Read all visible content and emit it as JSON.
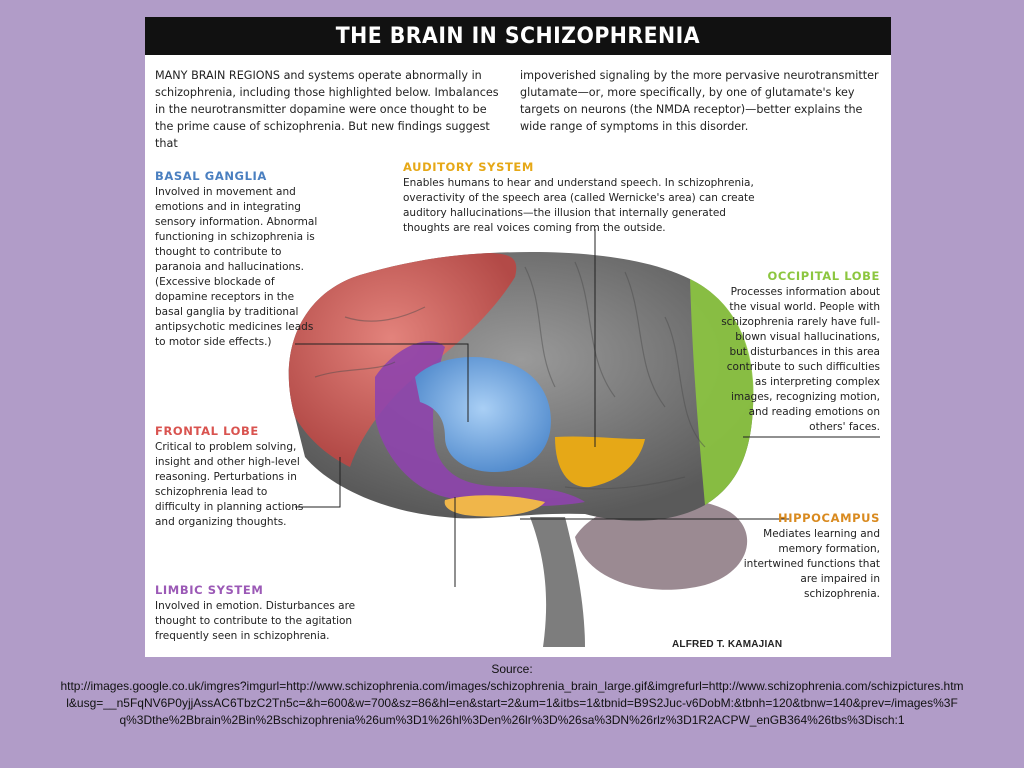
{
  "title": "THE BRAIN IN SCHIZOPHRENIA",
  "intro_left": "MANY BRAIN REGIONS and systems operate abnormally in schizophrenia, including those highlighted below. Imbalances in the neurotransmitter dopamine were once thought to be the prime cause of schizophrenia. But new findings suggest that",
  "intro_right": "impoverished signaling by the more pervasive neurotransmitter glutamate—or, more specifically, by one of glutamate's key targets on neurons (the NMDA receptor)—better explains the wide range of symptoms in this disorder.",
  "regions": {
    "basal_ganglia": {
      "label": "BASAL GANGLIA",
      "text": "Involved in movement and emotions and in integrating sensory information. Abnormal functioning in schizophrenia is thought to contribute to paranoia and hallucinations. (Excessive blockade of dopamine receptors in the basal ganglia by traditional antipsychotic medicines leads to motor side effects.)"
    },
    "auditory_system": {
      "label": "AUDITORY SYSTEM",
      "text": "Enables humans to hear and understand speech. In schizophrenia, overactivity of the speech area (called Wernicke's area) can create auditory hallucinations—the illusion that internally generated thoughts are real voices coming from the outside."
    },
    "occipital_lobe": {
      "label": "OCCIPITAL LOBE",
      "text": "Processes information about the visual world. People with schizophrenia rarely have full-blown visual hallucinations, but disturbances in this area contribute to such difficulties as interpreting complex images, recognizing motion, and reading emotions on others' faces."
    },
    "frontal_lobe": {
      "label": "FRONTAL LOBE",
      "text": "Critical to problem solving, insight and other high-level reasoning. Perturbations in schizophrenia lead to difficulty in planning actions and organizing thoughts."
    },
    "hippocampus": {
      "label": "HIPPOCAMPUS",
      "text": "Mediates learning and memory formation, intertwined functions that are impaired in schizophrenia."
    },
    "limbic_system": {
      "label": "LIMBIC SYSTEM",
      "text": "Involved in emotion. Disturbances are thought to contribute to the agitation frequently seen in schizophrenia."
    }
  },
  "credit": "ALFRED T. KAMAJIAN",
  "source_label": "Source:",
  "source_url": "http://images.google.co.uk/imgres?imgurl=http://www.schizophrenia.com/images/schizophrenia_brain_large.gif&imgrefurl=http://www.schizophrenia.com/schizpictures.html&usg=__n5FqNV6P0yjjAssAC6TbzC2Tn5c=&h=600&w=700&sz=86&hl=en&start=2&um=1&itbs=1&tbnid=B9S2Juc-v6DobM:&tbnh=120&tbnw=140&prev=/images%3Fq%3Dthe%2Bbrain%2Bin%2Bschizophrenia%26um%3D1%26hl%3Den%26lr%3D%26sa%3DN%26rlz%3D1R2ACPW_enGB364%26tbs%3Disch:1",
  "colors": {
    "page_background": "#b19cc8",
    "title_bar": "#111111",
    "basal_ganglia": "#5a8fcf",
    "auditory_system": "#e6a817",
    "occipital_lobe": "#8cc63f",
    "frontal_lobe": "#d9534f",
    "hippocampus": "#d98a1f",
    "limbic_system": "#9b59b6"
  }
}
